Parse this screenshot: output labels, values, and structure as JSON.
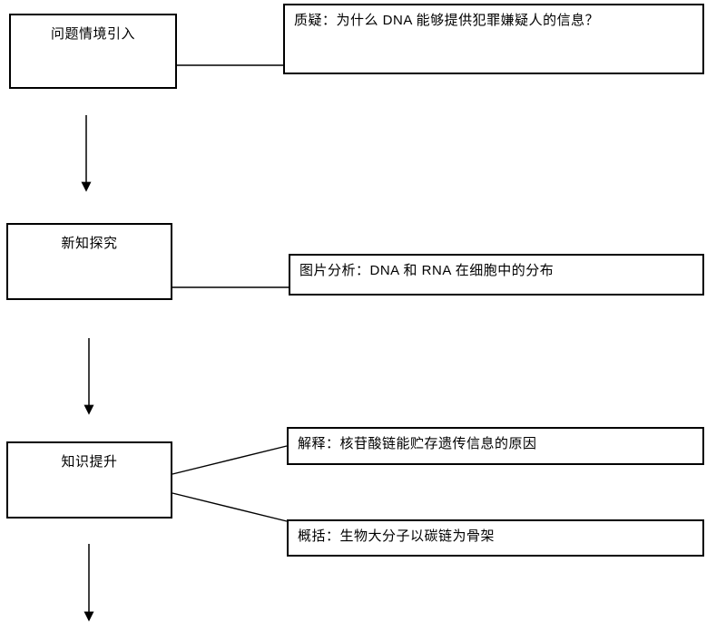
{
  "diagram": {
    "kind": "lesson-flowchart",
    "colors": {
      "line": "#000000",
      "border": "#000000",
      "text": "#000000",
      "background": "#ffffff"
    },
    "nodes": {
      "intro": {
        "label": "问题情境引入"
      },
      "question": {
        "label": "质疑：为什么 DNA 能够提供犯罪嫌疑人的信息？"
      },
      "explore": {
        "label": "新知探究"
      },
      "image_analysis": {
        "label": "图片分析：DNA 和 RNA 在细胞中的分布"
      },
      "knowledge": {
        "label": "知识提升"
      },
      "explain": {
        "label": "解释：核苷酸链能贮存遗传信息的原因"
      },
      "summarize": {
        "label": "概括：生物大分子以碳链为骨架"
      }
    },
    "edges": [
      {
        "from": "intro",
        "to": "question",
        "style": "plain"
      },
      {
        "from": "intro",
        "to": "explore",
        "style": "arrow"
      },
      {
        "from": "explore",
        "to": "image_analysis",
        "style": "plain"
      },
      {
        "from": "explore",
        "to": "knowledge",
        "style": "arrow"
      },
      {
        "from": "knowledge",
        "to": "explain",
        "style": "plain"
      },
      {
        "from": "knowledge",
        "to": "summarize",
        "style": "plain"
      },
      {
        "from": "knowledge",
        "to": "next",
        "style": "arrow"
      }
    ]
  }
}
